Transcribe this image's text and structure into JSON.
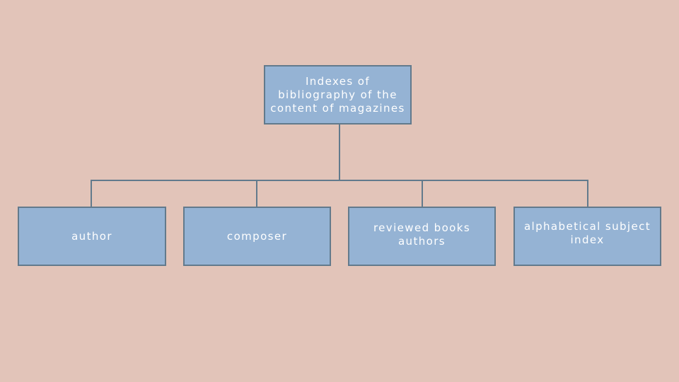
{
  "root": {
    "label": "Indexes of bibliography of the content of magazines"
  },
  "children": [
    {
      "label": "author"
    },
    {
      "label": "composer"
    },
    {
      "label": "reviewed books authors"
    },
    {
      "label": "alphabetical subject index"
    }
  ],
  "colors": {
    "background": "#e2c4b9",
    "node_fill": "#95b3d4",
    "node_border": "#627a8c",
    "connector": "#627a8c",
    "text": "#ffffff"
  }
}
